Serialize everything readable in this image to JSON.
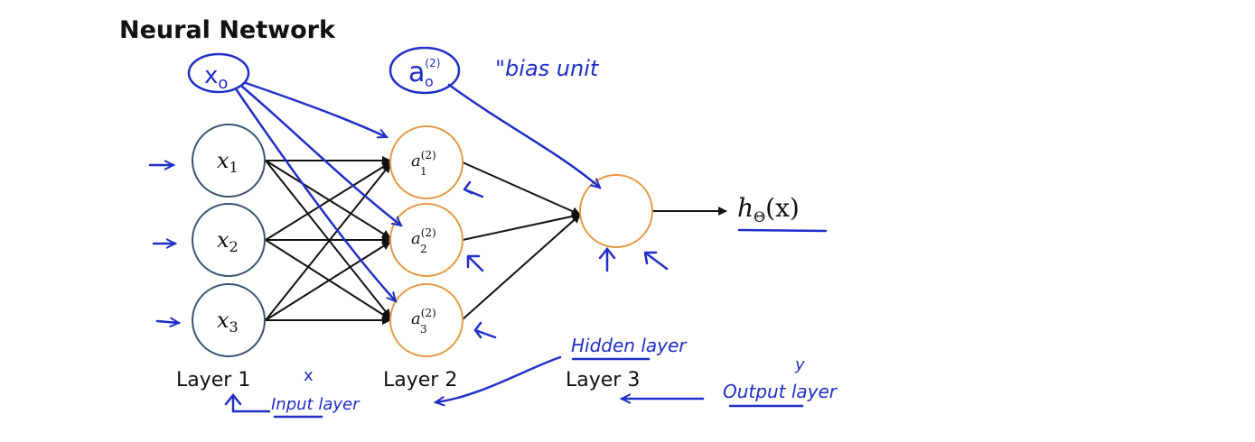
{
  "title": "Neural Network",
  "colors": {
    "ink": "#1f2fc8",
    "input_node": "#3b5573",
    "hidden_node": "#e69a45",
    "line": "#111111"
  },
  "input_layer": {
    "nodes": [
      {
        "var": "x",
        "sub": "1"
      },
      {
        "var": "x",
        "sub": "2"
      },
      {
        "var": "x",
        "sub": "3"
      }
    ],
    "label": "Layer 1"
  },
  "hidden_layer": {
    "nodes": [
      {
        "var": "a",
        "sub": "1",
        "sup": "(2)"
      },
      {
        "var": "a",
        "sub": "2",
        "sup": "(2)"
      },
      {
        "var": "a",
        "sub": "3",
        "sup": "(2)"
      }
    ],
    "label": "Layer 2"
  },
  "output_layer": {
    "label": "Layer 3"
  },
  "output_expr": {
    "h": "h",
    "sub": "Θ",
    "arg": "(x)"
  },
  "annotations": {
    "bias_input": {
      "var": "x",
      "sub": "o"
    },
    "bias_hidden": {
      "var": "a",
      "sub": "o",
      "sup": "(2)"
    },
    "bias_unit_note": "\"bias unit",
    "input_layer": "Input layer",
    "x_mark": "x",
    "hidden_layer": "Hidden layer",
    "output_layer": "Output layer",
    "y_mark": "y"
  }
}
